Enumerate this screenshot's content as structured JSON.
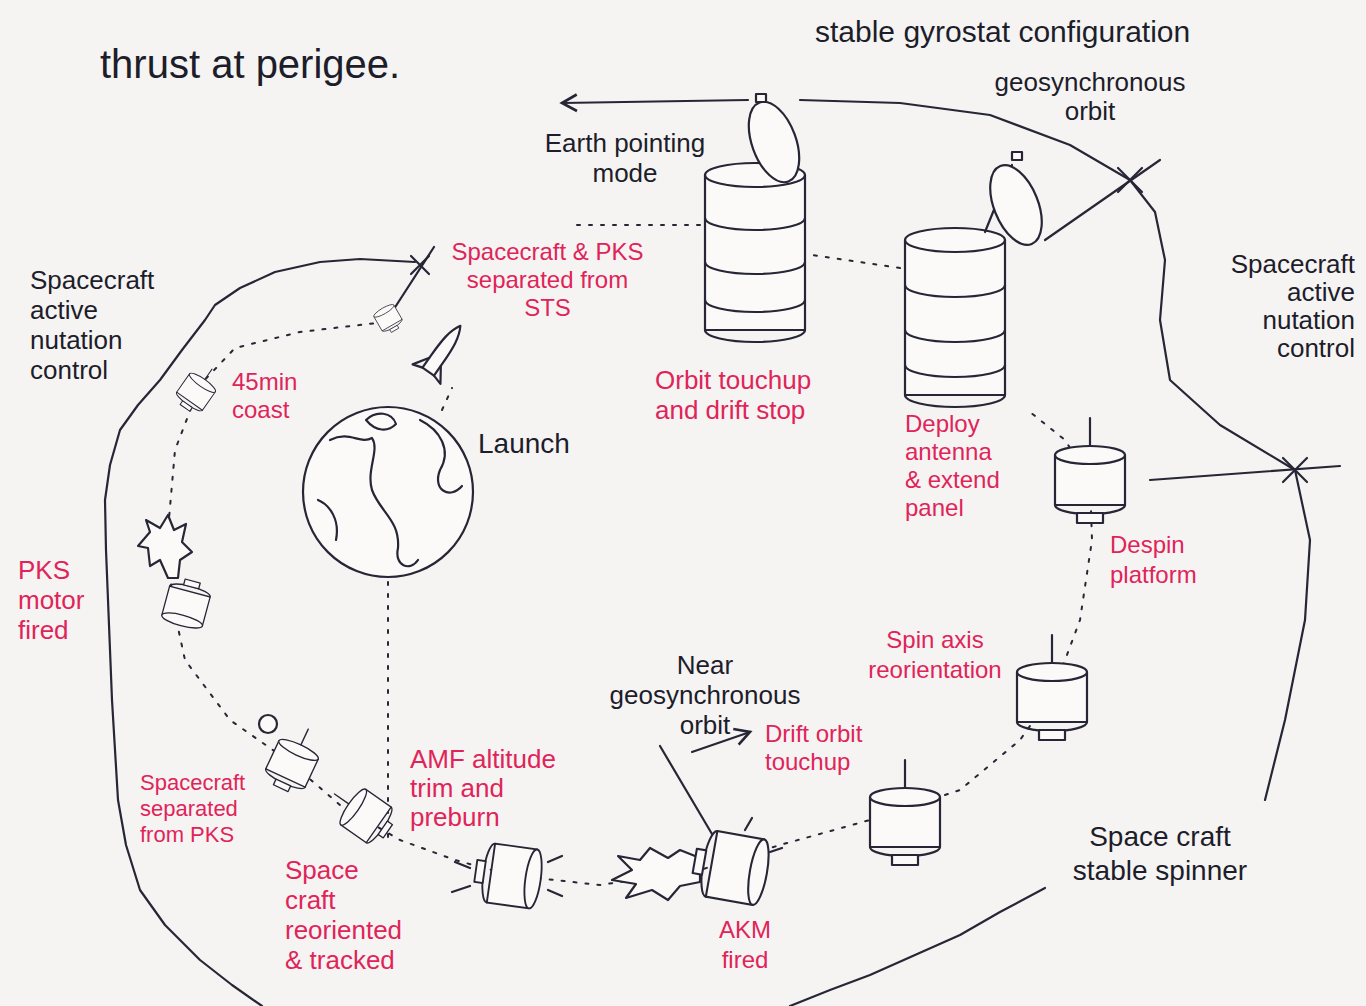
{
  "diagram": {
    "labels": [
      "thrust at perigee.",
      "stable gyrostat configuration",
      "geosynchronous orbit",
      "Earth pointing mode",
      "Spacecraft active nutation control",
      "Spacecraft & PKS separated from STS",
      "Orbit touchup and drift stop",
      "Deploy antenna & extend panel",
      "Spacecraft active nutation control",
      "45min coast",
      "Launch",
      "Despin platform",
      "PKS motor fired",
      "Spin axis reorientation",
      "Near geosynchronous orbit",
      "Drift orbit touchup",
      "AMF altitude trim and preburn",
      "Spacecraft separated from PKS",
      "Space craft reoriented & tracked",
      "AKM fired",
      "Space craft stable spinner"
    ]
  }
}
